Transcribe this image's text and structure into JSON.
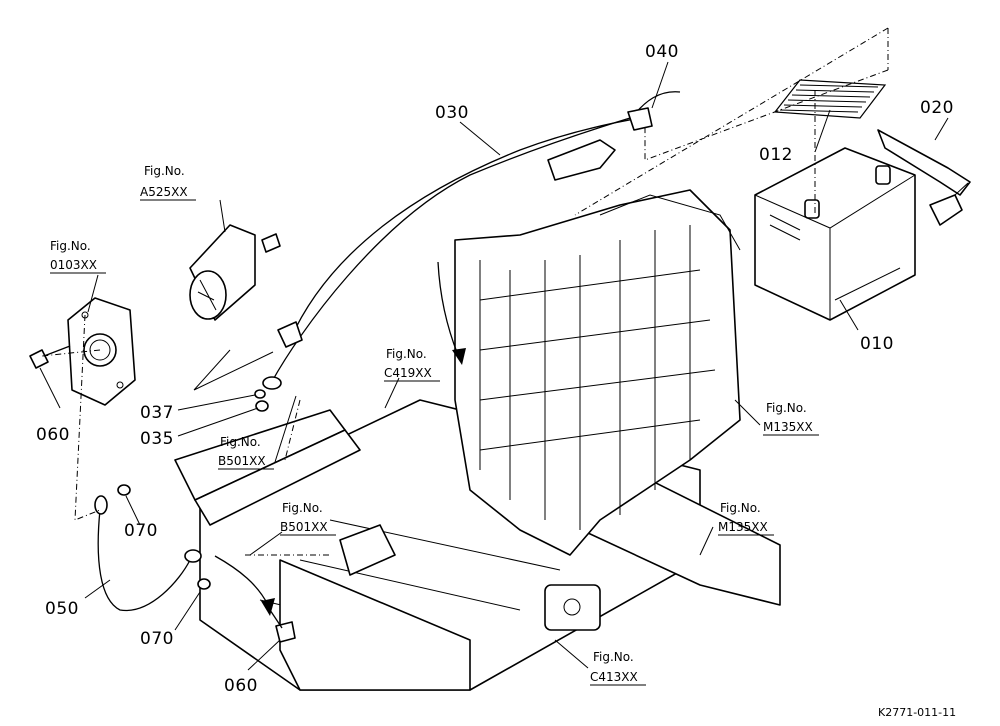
{
  "callouts": {
    "c010": "010",
    "c012": "012",
    "c020": "020",
    "c030": "030",
    "c035": "035",
    "c037": "037",
    "c040": "040",
    "c050": "050",
    "c060a": "060",
    "c060b": "060",
    "c070a": "070",
    "c070b": "070"
  },
  "figure_refs": {
    "fig_label": "Fig.No.",
    "a525": "A525XX",
    "o103": "0103XX",
    "c419": "C419XX",
    "b501a": "B501XX",
    "b501b": "B501XX",
    "m135a": "M135XX",
    "m135b": "M135XX",
    "c413": "C413XX"
  },
  "drawing_id": "K2771-011-11"
}
